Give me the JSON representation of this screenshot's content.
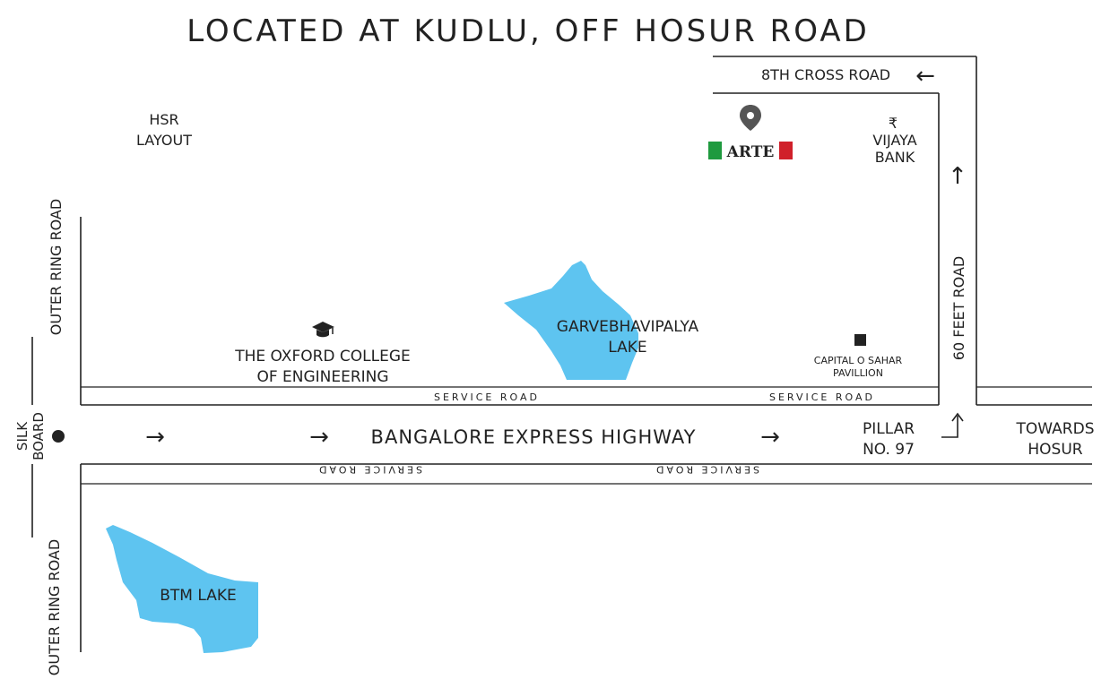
{
  "title": "LOCATED AT KUDLU, OFF HOSUR ROAD",
  "colors": {
    "water": "#5ec4f0",
    "ink": "#222222",
    "flag_green": "#1f9a3f",
    "flag_red": "#d0202a",
    "pin": "#555555"
  },
  "labels": {
    "hsr_1": "HSR",
    "hsr_2": "LAYOUT",
    "eighth_cross": "8TH CROSS ROAD",
    "vijaya_symbol": "₹",
    "vijaya_1": "VIJAYA",
    "vijaya_2": "BANK",
    "brand": "ARTE",
    "orr_top": "OUTER RING ROAD",
    "orr_bottom": "OUTER RING ROAD",
    "sixty_feet": "60 FEET ROAD",
    "oxford_1": "THE OXFORD COLLEGE",
    "oxford_2": "OF ENGINEERING",
    "garve_1": "GARVEBHAVIPALYA",
    "garve_2": "LAKE",
    "capital_1": "CAPITAL O SAHAR",
    "capital_2": "PAVILLION",
    "service_top_left": "SERVICE ROAD",
    "service_top_right": "SERVICE ROAD",
    "service_bottom_left": "SERVICE ROAD",
    "service_bottom_right": "SERVICE ROAD",
    "silk_1": "SILK",
    "silk_2": "BOARD",
    "highway": "BANGALORE EXPRESS HIGHWAY",
    "pillar_1": "PILLAR",
    "pillar_2": "NO. 97",
    "towards_1": "TOWARDS",
    "towards_2": "HOSUR",
    "btm": "BTM LAKE",
    "arrow_right": "→",
    "arrow_left": "←",
    "arrow_up": "↑"
  },
  "icons": {
    "pin": "location-pin-icon",
    "college": "graduation-cap-icon",
    "capital": "square-marker-icon",
    "silk": "dot-marker-icon"
  }
}
